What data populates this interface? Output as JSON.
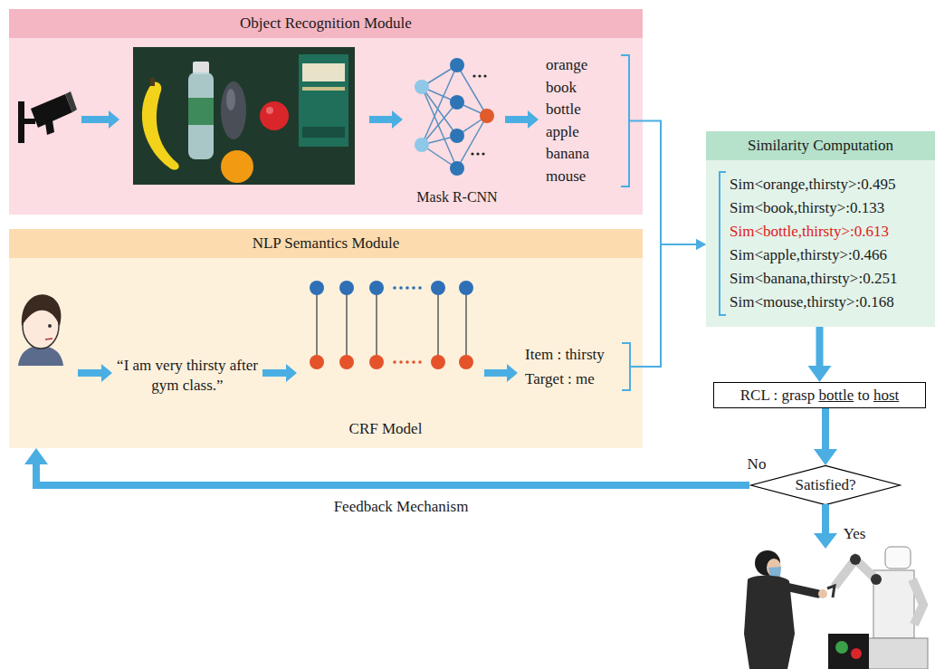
{
  "diagram": {
    "nodes": [
      {
        "text": [
          "Object Recognition Module"
        ]
      },
      {
        "text": [
          "orange book bottle apple banana mouse"
        ],
        "in": 0
      },
      {
        "text": [
          "NLP Semantics Module"
        ]
      },
      {
        "text": [
          "Item : thirsty",
          "Target : me"
        ],
        "in": 2
      },
      {
        "text": [
          "Similarity Computation",
          "Sim<orange,thirsty>:0.495",
          "Sim<book,thirsty>:0.133",
          "Sim<bottle,thirsty>:0.613",
          "Sim<apple,thirsty>:0.466",
          "Sim<banana,thirsty>:0.251",
          "Sim<mouse,thirsty>:0.168"
        ]
      },
      {
        "text": [
          "RCL : grasp bottle to host"
        ]
      },
      {
        "text": [
          "Satisfied?"
        ]
      }
    ],
    "edges": [
      {
        "from": 1,
        "to": 4,
        "arrow": "to"
      },
      {
        "from": 3,
        "to": 4,
        "arrow": "to"
      },
      {
        "from": 4,
        "to": 5,
        "arrow": "to"
      },
      {
        "from": 5,
        "to": 6,
        "arrow": "to"
      },
      {
        "from": 6,
        "to": 2,
        "arrow": "to",
        "label": "Feedback Mechanism"
      }
    ],
    "labels": [
      "Mask R-CNN",
      "“I am very thirsty after gym class.”",
      "CRF Model",
      "No",
      "Yes"
    ]
  }
}
